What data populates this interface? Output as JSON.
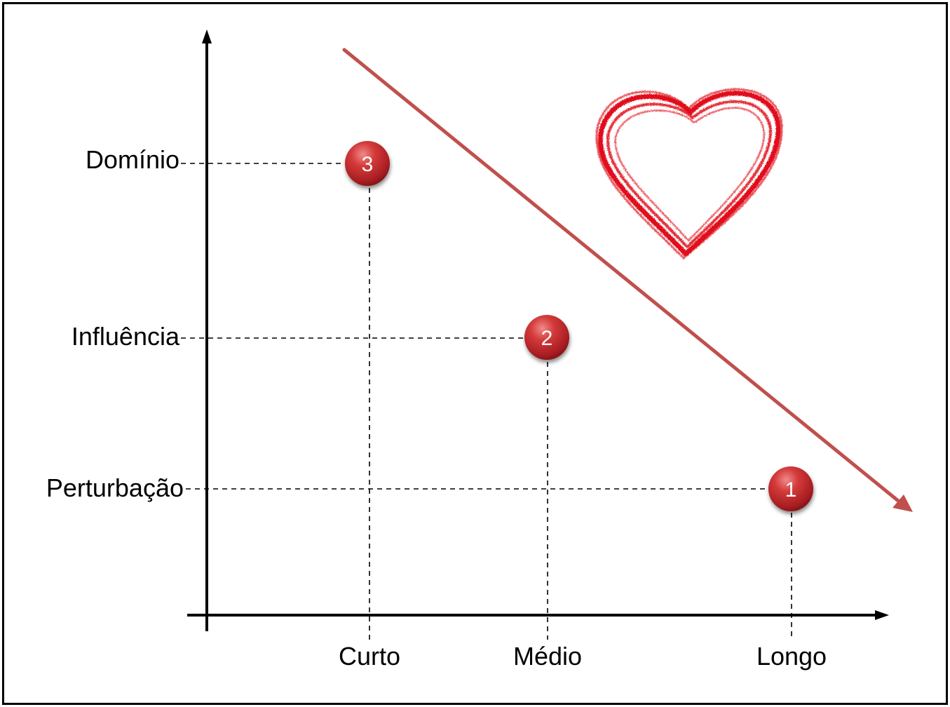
{
  "y_labels": [
    "Domínio",
    "Influência",
    "Perturbação"
  ],
  "x_labels": [
    "Curto",
    "Médio",
    "Longo"
  ],
  "markers": [
    {
      "label": "3",
      "x": "Curto",
      "y": "Domínio"
    },
    {
      "label": "2",
      "x": "Médio",
      "y": "Influência"
    },
    {
      "label": "1",
      "x": "Longo",
      "y": "Perturbação"
    }
  ],
  "colors": {
    "marker": "#c0272d",
    "trend_arrow": "#c0504d",
    "heart": "#e0101a",
    "axes": "#000000"
  },
  "icons": {
    "heart": "heart-icon"
  }
}
